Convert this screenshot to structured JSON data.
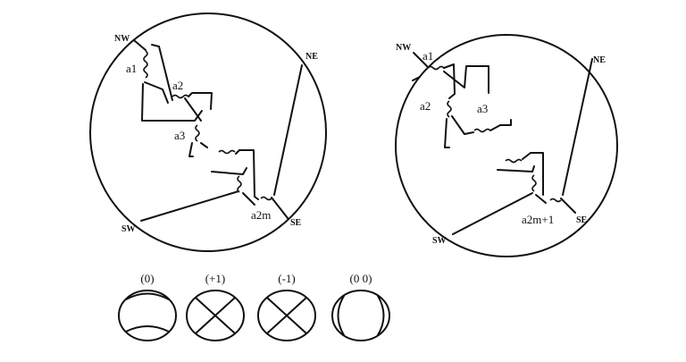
{
  "left_tangle": {
    "corners": {
      "nw": "NW",
      "ne": "NE",
      "sw": "SW",
      "se": "SE"
    },
    "twists": {
      "a1": "a1",
      "a2": "a2",
      "a3": "a3",
      "last": "a2m"
    }
  },
  "right_tangle": {
    "corners": {
      "nw": "NW",
      "ne": "NE",
      "sw": "SW",
      "se": "SE"
    },
    "twists": {
      "a1": "a1",
      "a2": "a2",
      "a3": "a3",
      "last": "a2m+1"
    }
  },
  "basic_tangles": [
    {
      "label": "(0)"
    },
    {
      "label": "(+1)"
    },
    {
      "label": "(-1)"
    },
    {
      "label": "(0 0)"
    }
  ]
}
